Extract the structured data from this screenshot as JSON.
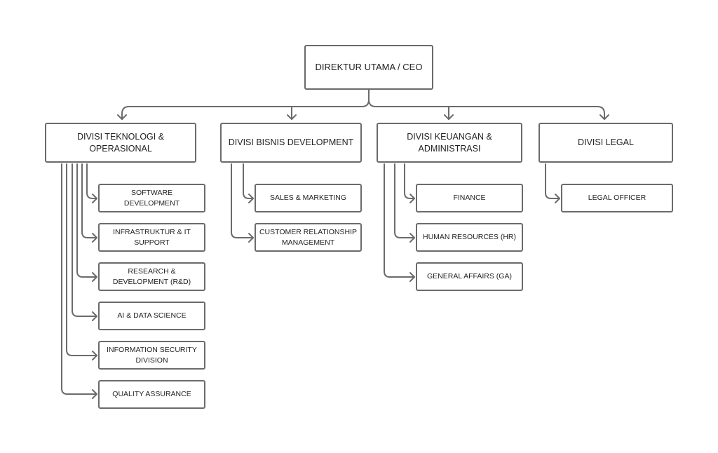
{
  "ceo": "DIREKTUR UTAMA / CEO",
  "divisions": [
    {
      "title": "DIVISI TEKNOLOGI & OPERASIONAL",
      "units": [
        "SOFTWARE DEVELOPMENT",
        "INFRASTRUKTUR & IT SUPPORT",
        "RESEARCH & DEVELOPMENT (R&D)",
        "AI & DATA SCIENCE",
        "INFORMATION SECURITY DIVISION",
        "QUALITY ASSURANCE"
      ]
    },
    {
      "title": "DIVISI BISNIS DEVELOPMENT",
      "units": [
        "SALES & MARKETING",
        "CUSTOMER RELATIONSHIP MANAGEMENT"
      ]
    },
    {
      "title": "DIVISI KEUANGAN & ADMINISTRASI",
      "units": [
        "FINANCE",
        "HUMAN RESOURCES (HR)",
        "GENERAL AFFAIRS (GA)"
      ]
    },
    {
      "title": "DIVISI LEGAL",
      "units": [
        "LEGAL OFFICER"
      ]
    }
  ],
  "colors": {
    "line": "#6b6b6b",
    "box_border": "#6b6b6b",
    "text": "#222222"
  }
}
